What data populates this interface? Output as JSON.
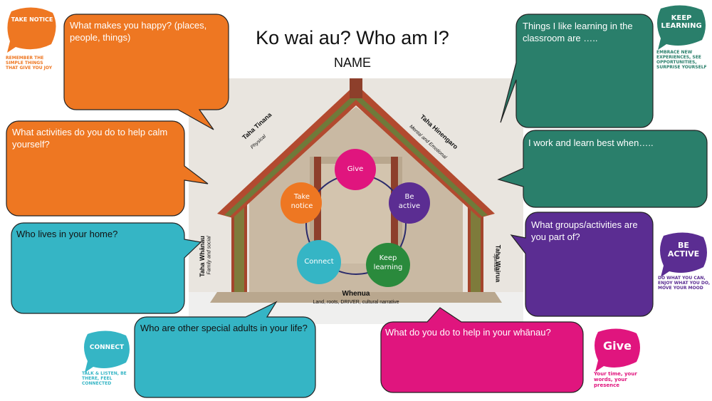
{
  "header": {
    "title": "Ko wai au? Who am I?",
    "subtitle": "NAME"
  },
  "colors": {
    "orange": "#ee7722",
    "teal": "#2a7f6b",
    "cyan": "#35b5c5",
    "purple": "#5b2d92",
    "magenta": "#e0157e"
  },
  "bubbles": {
    "happy": "What makes you happy? (places, people, things)",
    "calm": "What activities do you do to help calm yourself?",
    "home": "Who lives in your home?",
    "adults": "Who are other special adults in your life?",
    "classroom": "Things I like learning in the classroom are …..",
    "learn_best": "I work and learn best when…..",
    "groups": "What groups/activities are you part of?",
    "whanau_help": "What do you do to help in your whānau?"
  },
  "house": {
    "taha_tinana": "Taha Tinana",
    "taha_tinana_sub": "Physical",
    "taha_hinengaro": "Taha Hinengaro",
    "taha_hinengaro_sub": "Mental and Emotional",
    "taha_whanau": "Taha Whānau",
    "taha_whanau_sub": "Family and social",
    "taha_wairua": "Taha Wairua",
    "taha_wairua_sub": "Spiritual",
    "whenua": "Whenua",
    "whenua_sub": "Land, roots, DRIVER, cultural narrative",
    "circles": {
      "give": "Give",
      "take_notice": "Take notice",
      "be_active": "Be active",
      "connect": "Connect",
      "keep_learning": "Keep learning"
    }
  },
  "badges": {
    "take_notice": {
      "title": "TAKE NOTICE",
      "tag": "REMEMBER THE SIMPLE THINGS THAT GIVE YOU JOY"
    },
    "keep_learning": {
      "title": "KEEP LEARNING",
      "tag": "EMBRACE NEW EXPERIENCES, SEE OPPORTUNITIES, SURPRISE YOURSELF"
    },
    "be_active": {
      "title": "BE ACTIVE",
      "tag": "DO WHAT YOU CAN, ENJOY WHAT YOU DO, MOVE YOUR MOOD"
    },
    "connect": {
      "title": "CONNECT",
      "tag": "TALK & LISTEN, BE THERE, FEEL CONNECTED"
    },
    "give": {
      "title": "Give",
      "tag": "Your time, your words, your presence"
    }
  }
}
